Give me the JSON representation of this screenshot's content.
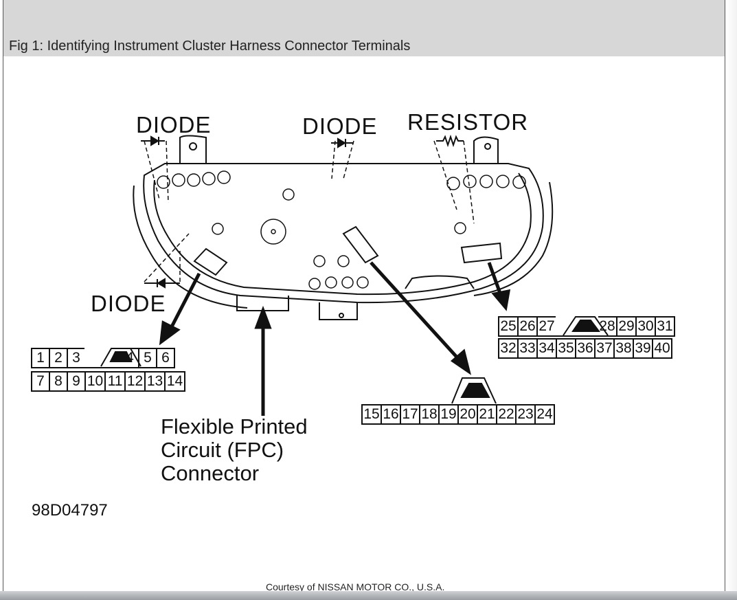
{
  "figure": {
    "caption": "Fig 1: Identifying Instrument Cluster Harness Connector Terminals",
    "labels": {
      "diode_left": "DIODE",
      "diode_center": "DIODE",
      "resistor": "RESISTOR",
      "diode_bottom": "DIODE",
      "fpc": "Flexible Printed\nCircuit (FPC)\nConnector",
      "code": "98D04797"
    },
    "connectors": {
      "left": {
        "row1": [
          "1",
          "2",
          "3",
          "",
          "4",
          "5",
          "6"
        ],
        "row2": [
          "7",
          "8",
          "9",
          "10",
          "11",
          "12",
          "13",
          "14"
        ]
      },
      "center": {
        "row": [
          "15",
          "16",
          "17",
          "18",
          "19",
          "20",
          "21",
          "22",
          "23",
          "24"
        ]
      },
      "right": {
        "row1": [
          "25",
          "26",
          "27",
          "",
          "28",
          "29",
          "30",
          "31"
        ],
        "row2": [
          "32",
          "33",
          "34",
          "35",
          "36",
          "37",
          "38",
          "39",
          "40"
        ]
      }
    },
    "courtesy": "Courtesy of NISSAN MOTOR CO., U.S.A."
  }
}
